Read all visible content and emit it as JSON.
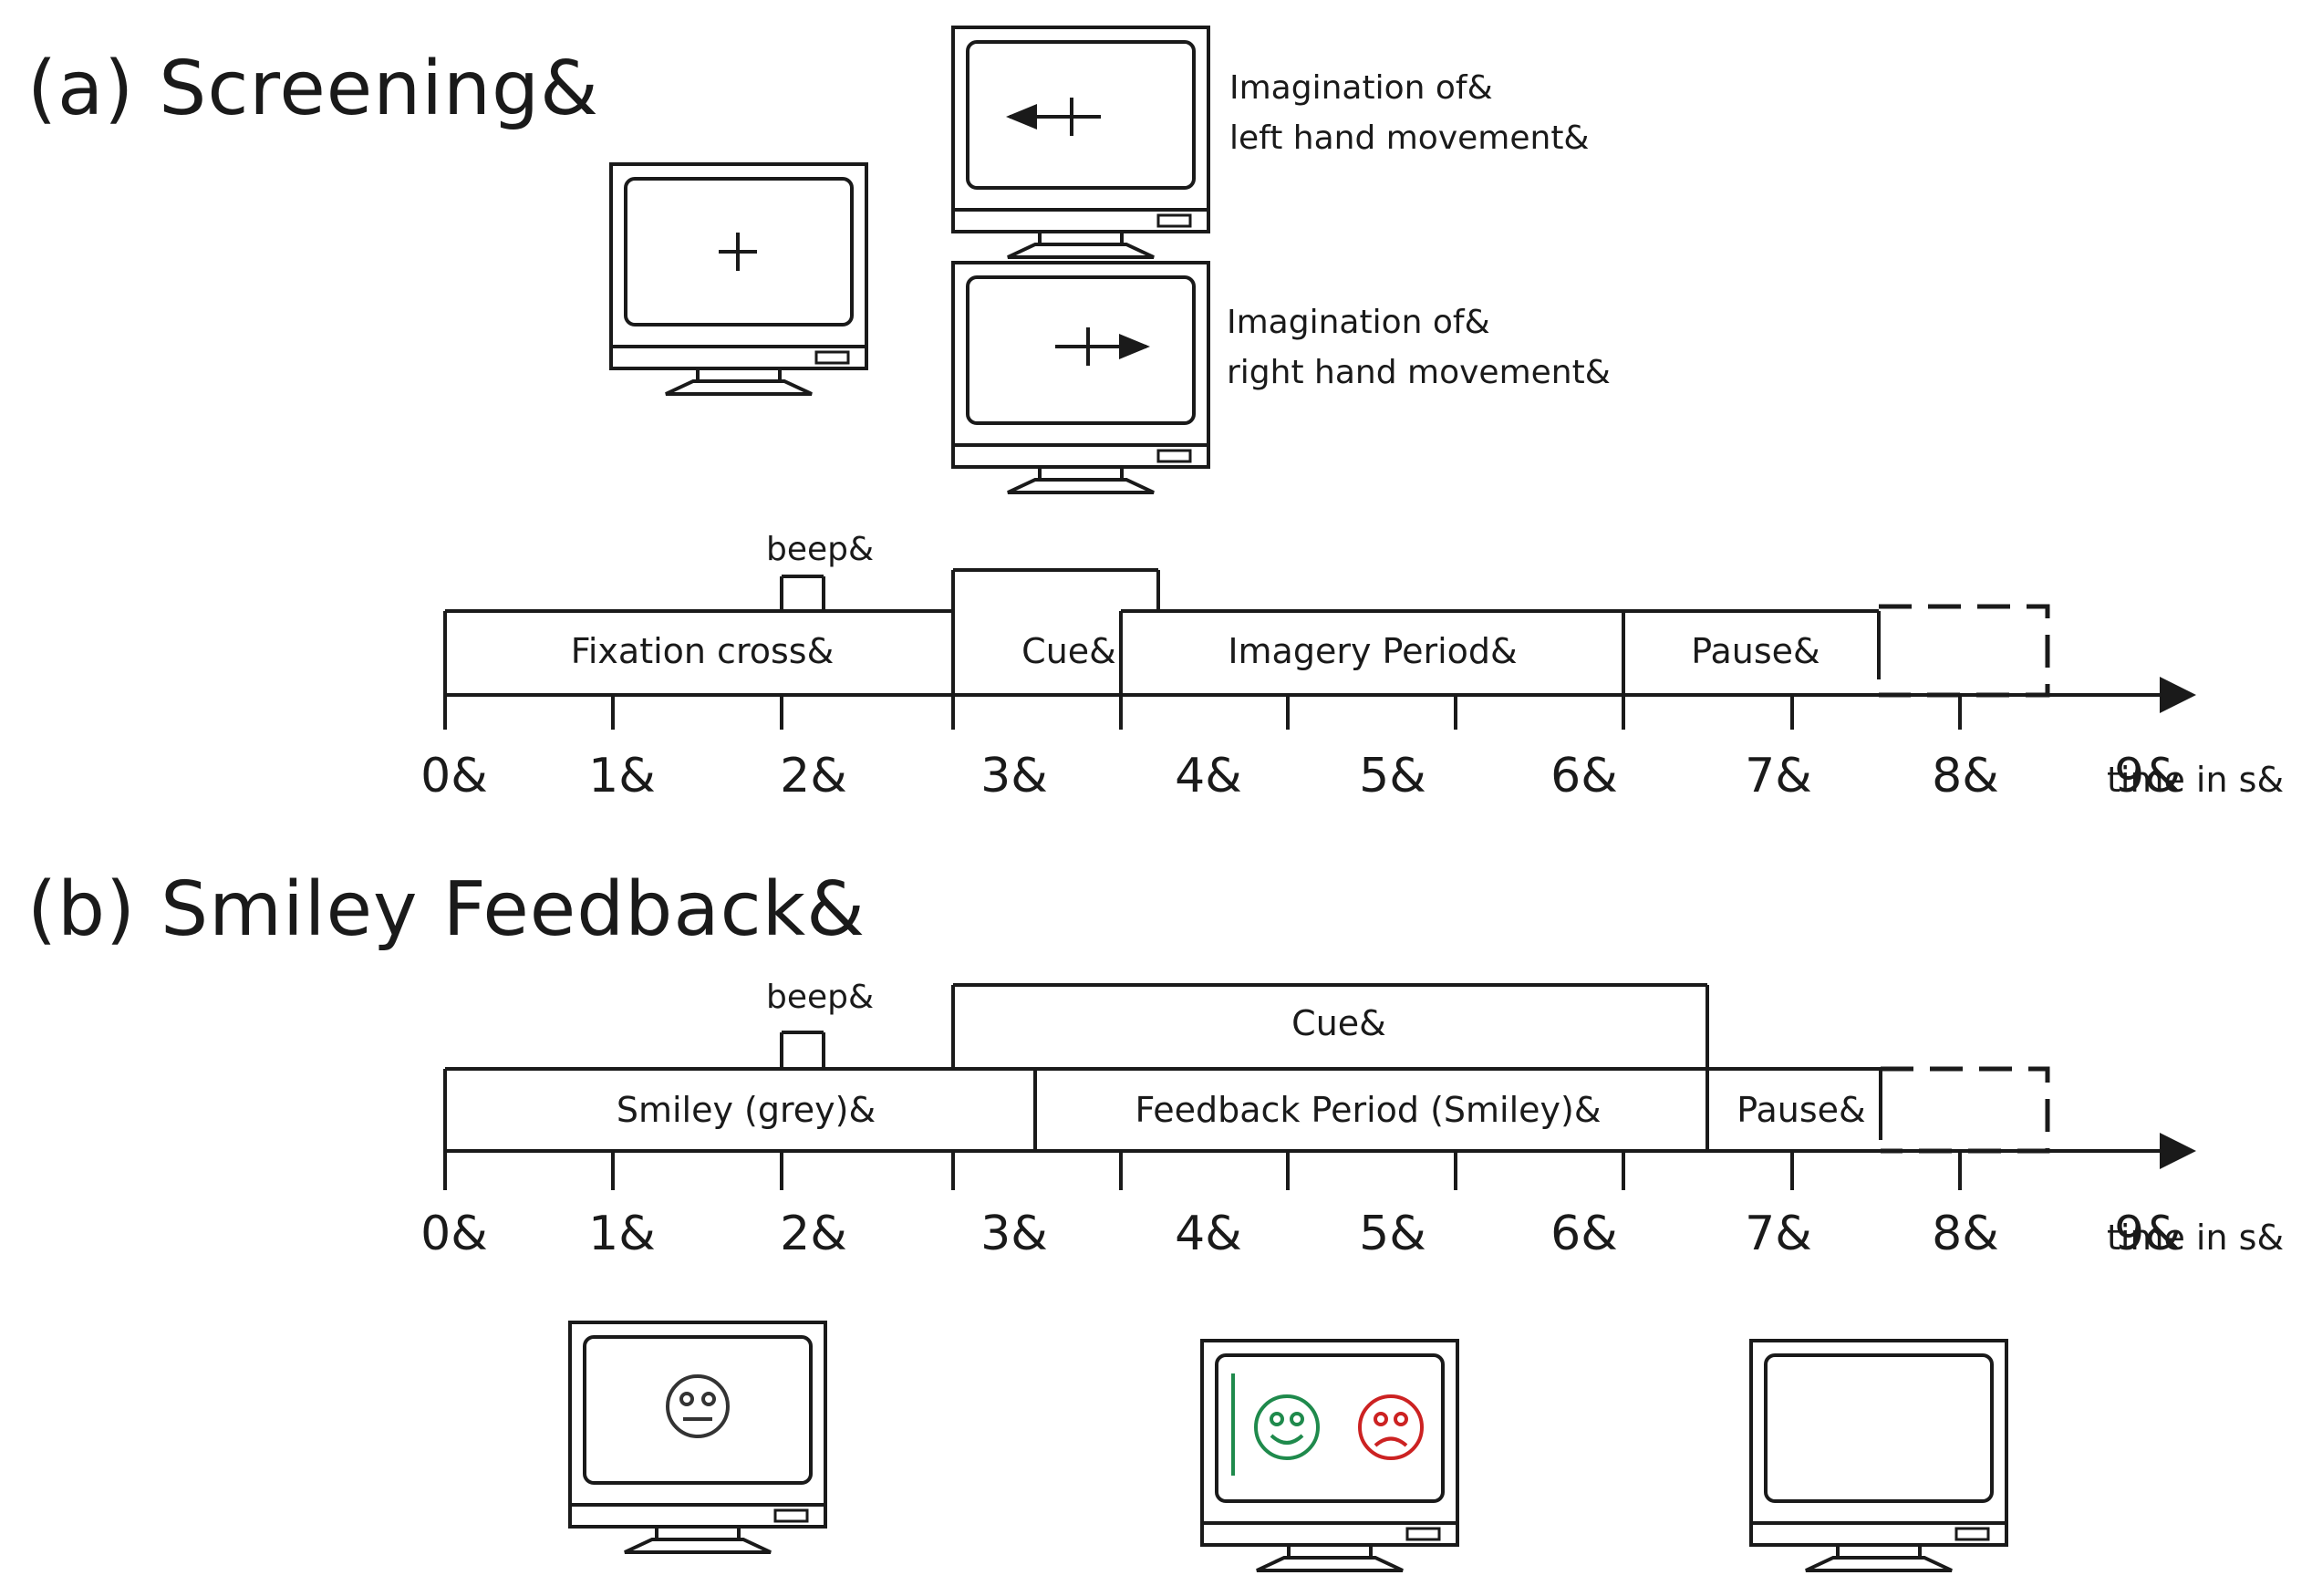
{
  "section_a": {
    "title": "(a) Screening&",
    "cue_left": [
      "Imagination of&",
      "left hand movement&"
    ],
    "cue_right": [
      "Imagination of&",
      "right hand movement&"
    ],
    "beep": "beep&",
    "segments": {
      "fixation": "Fixation cross&",
      "cue": "Cue&",
      "imagery": "Imagery Period&",
      "pause": "Pause&"
    }
  },
  "section_b": {
    "title": "(b) Smiley Feedback&",
    "beep": "beep&",
    "segments": {
      "cue": "Cue&",
      "smiley_grey": "Smiley (grey)&",
      "feedback": "Feedback Period (Smiley)&",
      "pause": "Pause&"
    }
  },
  "axis": {
    "ticks": [
      "0&",
      "1&",
      "2&",
      "3&",
      "4&",
      "5&",
      "6&",
      "7&",
      "8&",
      "9&"
    ],
    "unit_label": "time in s&"
  },
  "colors": {
    "line": "#1a1a1a",
    "smiley_neutral": "#333333",
    "smiley_happy": "#1f8a4c",
    "smiley_sad": "#cc2222"
  },
  "icons": {
    "monitor": "crt-monitor-icon",
    "fixation": "fixation-cross-icon",
    "arrow_left": "left-arrow-icon",
    "arrow_right": "right-arrow-icon",
    "smiley_neutral": "neutral-smiley-icon",
    "smiley_happy": "happy-smiley-icon",
    "smiley_sad": "sad-smiley-icon"
  }
}
